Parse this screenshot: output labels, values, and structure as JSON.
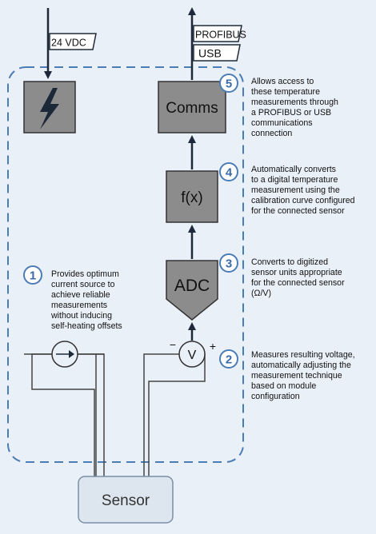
{
  "colors": {
    "background": "#eaf0f7",
    "block_fill": "#8c8c8c",
    "block_stroke": "#333333",
    "wire": "#444444",
    "dashed_border": "#4a7cb5",
    "badge_stroke": "#4a7cb5",
    "badge_text": "#3a6aa8",
    "arrow": "#1e2a3a",
    "sensor_fill": "#dde6ee",
    "sensor_stroke": "#7a8fa5"
  },
  "inputs": {
    "power_label": "24 VDC"
  },
  "outputs": {
    "protocol_1": "PROFIBUS",
    "protocol_2": "USB"
  },
  "blocks": {
    "power": {
      "icon": "lightning-bolt-icon"
    },
    "comms": {
      "label": "Comms"
    },
    "function": {
      "label": "f(x)"
    },
    "adc": {
      "label": "ADC"
    },
    "current_source": {
      "icon": "current-arrow-icon"
    },
    "voltmeter": {
      "label": "V",
      "minus": "−",
      "plus": "+"
    },
    "sensor": {
      "label": "Sensor"
    }
  },
  "steps": [
    {
      "number": "1",
      "text": "Provides optimum\ncurrent source to\nachieve reliable\nmeasurements\nwithout inducing\nself-heating offsets"
    },
    {
      "number": "2",
      "text": "Measures resulting voltage,\nautomatically adjusting the\nmeasurement technique\nbased on module\nconfiguration"
    },
    {
      "number": "3",
      "text": "Converts to digitized\nsensor units appropriate\nfor the connected sensor\n(Ω/V)"
    },
    {
      "number": "4",
      "text": "Automatically converts\nto a digital temperature\nmeasurement using the\ncalibration curve configured\nfor the connected sensor"
    },
    {
      "number": "5",
      "text": "Allows access to\nthese temperature\nmeasurements through\na PROFIBUS or USB\ncommunications\nconnection"
    }
  ]
}
